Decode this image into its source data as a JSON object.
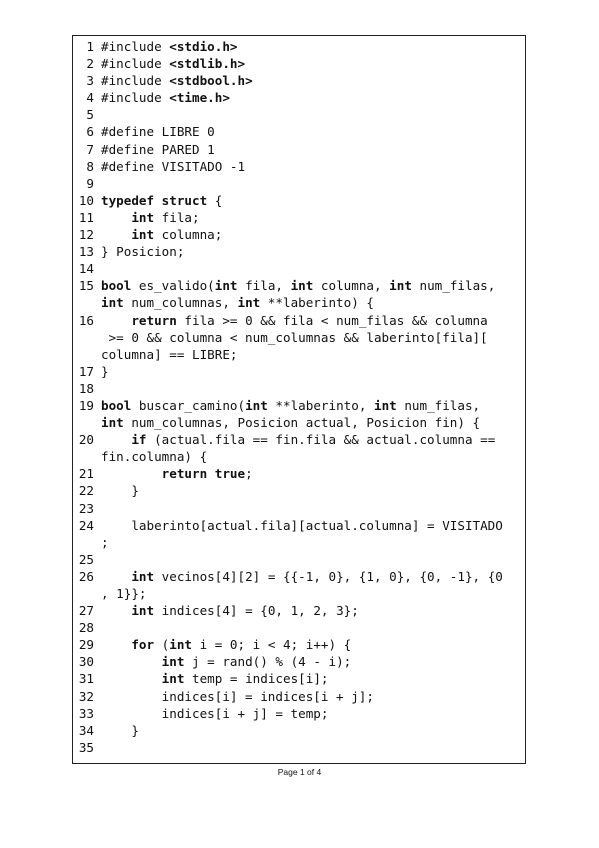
{
  "document": {
    "lines": [
      {
        "n": "1",
        "segs": [
          [
            "n",
            "#include "
          ],
          [
            "b",
            "<stdio.h>"
          ]
        ]
      },
      {
        "n": "2",
        "segs": [
          [
            "n",
            "#include "
          ],
          [
            "b",
            "<stdlib.h>"
          ]
        ]
      },
      {
        "n": "3",
        "segs": [
          [
            "n",
            "#include "
          ],
          [
            "b",
            "<stdbool.h>"
          ]
        ]
      },
      {
        "n": "4",
        "segs": [
          [
            "n",
            "#include "
          ],
          [
            "b",
            "<time.h>"
          ]
        ]
      },
      {
        "n": "5",
        "segs": []
      },
      {
        "n": "6",
        "segs": [
          [
            "n",
            "#define LIBRE 0"
          ]
        ]
      },
      {
        "n": "7",
        "segs": [
          [
            "n",
            "#define PARED 1"
          ]
        ]
      },
      {
        "n": "8",
        "segs": [
          [
            "n",
            "#define VISITADO -1"
          ]
        ]
      },
      {
        "n": "9",
        "segs": []
      },
      {
        "n": "10",
        "segs": [
          [
            "b",
            "typedef struct"
          ],
          [
            "n",
            " {"
          ]
        ]
      },
      {
        "n": "11",
        "segs": [
          [
            "n",
            "    "
          ],
          [
            "b",
            "int"
          ],
          [
            "n",
            " fila;"
          ]
        ]
      },
      {
        "n": "12",
        "segs": [
          [
            "n",
            "    "
          ],
          [
            "b",
            "int"
          ],
          [
            "n",
            " columna;"
          ]
        ]
      },
      {
        "n": "13",
        "segs": [
          [
            "n",
            "} Posicion;"
          ]
        ]
      },
      {
        "n": "14",
        "segs": []
      },
      {
        "n": "15",
        "segs": [
          [
            "b",
            "bool"
          ],
          [
            "n",
            " es_valido("
          ],
          [
            "b",
            "int"
          ],
          [
            "n",
            " fila, "
          ],
          [
            "b",
            "int"
          ],
          [
            "n",
            " columna, "
          ],
          [
            "b",
            "int"
          ],
          [
            "n",
            " num_filas,"
          ]
        ]
      },
      {
        "n": "",
        "segs": [
          [
            "b",
            "int"
          ],
          [
            "n",
            " num_columnas, "
          ],
          [
            "b",
            "int"
          ],
          [
            "n",
            " **laberinto) {"
          ]
        ]
      },
      {
        "n": "16",
        "segs": [
          [
            "n",
            "    "
          ],
          [
            "b",
            "return"
          ],
          [
            "n",
            " fila >= 0 && fila < num_filas && columna"
          ]
        ]
      },
      {
        "n": "",
        "segs": [
          [
            "n",
            " >= 0 && columna < num_columnas && laberinto[fila]["
          ]
        ]
      },
      {
        "n": "",
        "segs": [
          [
            "n",
            "columna] == LIBRE;"
          ]
        ]
      },
      {
        "n": "17",
        "segs": [
          [
            "n",
            "}"
          ]
        ]
      },
      {
        "n": "18",
        "segs": []
      },
      {
        "n": "19",
        "segs": [
          [
            "b",
            "bool"
          ],
          [
            "n",
            " buscar_camino("
          ],
          [
            "b",
            "int"
          ],
          [
            "n",
            " **laberinto, "
          ],
          [
            "b",
            "int"
          ],
          [
            "n",
            " num_filas,"
          ]
        ]
      },
      {
        "n": "",
        "segs": [
          [
            "b",
            "int"
          ],
          [
            "n",
            " num_columnas, Posicion actual, Posicion fin) {"
          ]
        ]
      },
      {
        "n": "20",
        "segs": [
          [
            "n",
            "    "
          ],
          [
            "b",
            "if"
          ],
          [
            "n",
            " (actual.fila == fin.fila && actual.columna =="
          ]
        ]
      },
      {
        "n": "",
        "segs": [
          [
            "n",
            "fin.columna) {"
          ]
        ]
      },
      {
        "n": "21",
        "segs": [
          [
            "n",
            "        "
          ],
          [
            "b",
            "return true"
          ],
          [
            "n",
            ";"
          ]
        ]
      },
      {
        "n": "22",
        "segs": [
          [
            "n",
            "    }"
          ]
        ]
      },
      {
        "n": "23",
        "segs": []
      },
      {
        "n": "24",
        "segs": [
          [
            "n",
            "    laberinto[actual.fila][actual.columna] = VISITADO"
          ]
        ]
      },
      {
        "n": "",
        "segs": [
          [
            "n",
            ";"
          ]
        ]
      },
      {
        "n": "25",
        "segs": []
      },
      {
        "n": "26",
        "segs": [
          [
            "n",
            "    "
          ],
          [
            "b",
            "int"
          ],
          [
            "n",
            " vecinos[4][2] = {{-1, 0}, {1, 0}, {0, -1}, {0"
          ]
        ]
      },
      {
        "n": "",
        "segs": [
          [
            "n",
            ", 1}};"
          ]
        ]
      },
      {
        "n": "27",
        "segs": [
          [
            "n",
            "    "
          ],
          [
            "b",
            "int"
          ],
          [
            "n",
            " indices[4] = {0, 1, 2, 3};"
          ]
        ]
      },
      {
        "n": "28",
        "segs": []
      },
      {
        "n": "29",
        "segs": [
          [
            "n",
            "    "
          ],
          [
            "b",
            "for"
          ],
          [
            "n",
            " ("
          ],
          [
            "b",
            "int"
          ],
          [
            "n",
            " i = 0; i < 4; i++) {"
          ]
        ]
      },
      {
        "n": "30",
        "segs": [
          [
            "n",
            "        "
          ],
          [
            "b",
            "int"
          ],
          [
            "n",
            " j = rand() % (4 - i);"
          ]
        ]
      },
      {
        "n": "31",
        "segs": [
          [
            "n",
            "        "
          ],
          [
            "b",
            "int"
          ],
          [
            "n",
            " temp = indices[i];"
          ]
        ]
      },
      {
        "n": "32",
        "segs": [
          [
            "n",
            "        indices[i] = indices[i + j];"
          ]
        ]
      },
      {
        "n": "33",
        "segs": [
          [
            "n",
            "        indices[i + j] = temp;"
          ]
        ]
      },
      {
        "n": "34",
        "segs": [
          [
            "n",
            "    }"
          ]
        ]
      },
      {
        "n": "35",
        "segs": []
      }
    ],
    "footer": "Page 1 of 4"
  }
}
